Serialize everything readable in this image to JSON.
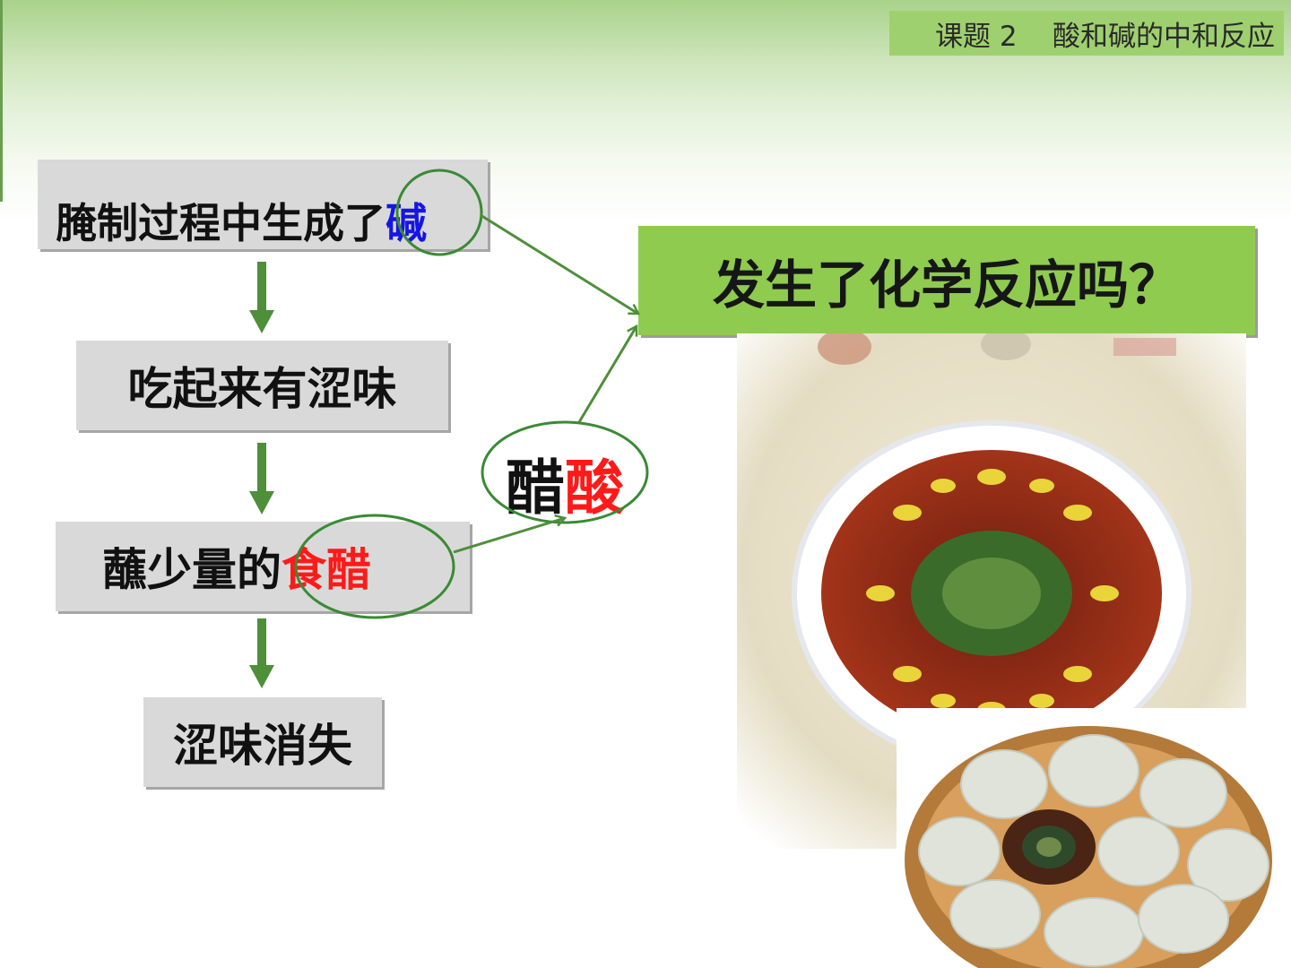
{
  "header": {
    "course_tag": "课题 2    酸和碱的中和反应"
  },
  "flow": {
    "step1_prefix": "腌制过程中生成了",
    "step1_highlight": "碱",
    "step2": "吃起来有涩味",
    "step3_prefix": "蘸少量的",
    "step3_highlight": "食醋",
    "step4": "涩味消失"
  },
  "side_label": {
    "part1": "醋",
    "part2": "酸"
  },
  "question": "发生了化学反应吗？",
  "colors": {
    "accent_green": "#8fcb4e",
    "arrow_green": "#4e8f3a",
    "highlight_blue": "#1515e6",
    "highlight_red": "#ff1a1a",
    "box_gray": "#d9d9d9"
  }
}
